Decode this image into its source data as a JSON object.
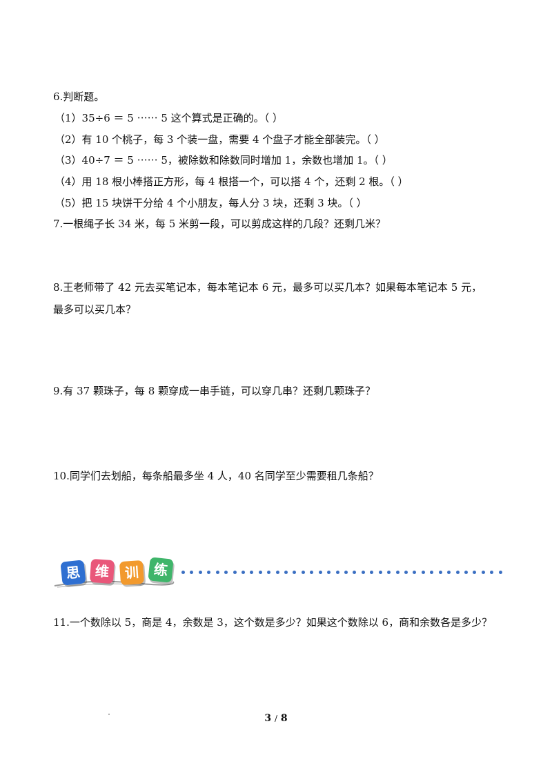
{
  "q6": {
    "title": "6.判断题。",
    "items": [
      "（1）35÷6 ＝ 5 ⋯⋯ 5 这个算式是正确的。（ ）",
      "（2）有 10 个桃子，每 3 个装一盘，需要 4 个盘子才能全部装完。（ ）",
      "（3）40÷7 ＝ 5 ⋯⋯ 5，被除数和除数同时增加 1，余数也增加 1。（ ）",
      "（4）用 18 根小棒搭正方形，每 4 根搭一个，可以搭 4 个，还剩 2 根。（ ）",
      "（5）把 15 块饼干分给 4 个小朋友，每人分 3 块，还剩 3 块。（ ）"
    ]
  },
  "q7": "7.一根绳子长 34 米，每 5 米剪一段，可以剪成这样的几段？还剩几米？",
  "q8": {
    "line1": "8.王老师带了 42 元去买笔记本，每本笔记本 6 元，最多可以买几本？如果每本笔记本 5 元，",
    "line2": "最多可以买几本？"
  },
  "q9": "9.有 37 颗珠子，每 8 颗穿成一串手链，可以穿几串？还剩几颗珠子？",
  "q10": "10.同学们去划船，每条船最多坐 4 人，40 名同学至少需要租几条船？",
  "banner": {
    "tiles": [
      {
        "char": "思",
        "color": "#2f6fd1"
      },
      {
        "char": "维",
        "color": "#e9577a"
      },
      {
        "char": "训",
        "color": "#f29a2e"
      },
      {
        "char": "练",
        "color": "#3fb56a"
      }
    ],
    "dot_color": "#3b6fc2"
  },
  "q11": "11.一个数除以 5，商是 4，余数是 3，这个数是多少？如果这个数除以 6，商和余数各是多少？",
  "page": {
    "current": "3",
    "separator": "/",
    "total": "8"
  }
}
